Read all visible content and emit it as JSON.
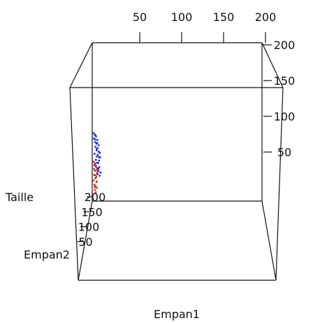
{
  "chart_data": {
    "type": "scatter",
    "dimensions": 3,
    "axes": {
      "x": {
        "label": "Empan1",
        "ticks": [
          "50",
          "100",
          "150",
          "200"
        ],
        "range": [
          0,
          200
        ]
      },
      "y": {
        "label": "Empan2",
        "ticks": [
          "50",
          "100",
          "150",
          "200"
        ],
        "range": [
          0,
          200
        ]
      },
      "z": {
        "label": "Taille",
        "ticks": [
          "50",
          "100",
          "150",
          "200"
        ],
        "range": [
          0,
          200
        ]
      }
    },
    "legend": "none",
    "grid": false,
    "series": [
      {
        "color": "#1f2fd8",
        "points": [
          [
            20,
            10,
            150
          ],
          [
            21,
            11,
            148
          ],
          [
            22,
            12,
            146
          ],
          [
            20,
            11,
            144
          ],
          [
            23,
            13,
            142
          ],
          [
            21,
            12,
            140
          ],
          [
            22,
            13,
            138
          ],
          [
            24,
            14,
            136
          ],
          [
            21,
            12,
            135
          ],
          [
            23,
            14,
            133
          ],
          [
            22,
            13,
            131
          ],
          [
            24,
            15,
            129
          ],
          [
            20,
            11,
            128
          ],
          [
            23,
            14,
            126
          ],
          [
            22,
            12,
            125
          ],
          [
            25,
            15,
            123
          ],
          [
            21,
            13,
            121
          ],
          [
            24,
            14,
            120
          ],
          [
            22,
            13,
            118
          ],
          [
            23,
            15,
            117
          ],
          [
            21,
            12,
            115
          ],
          [
            24,
            14,
            113
          ],
          [
            22,
            14,
            112
          ],
          [
            20,
            12,
            110
          ],
          [
            23,
            13,
            109
          ],
          [
            25,
            15,
            107
          ],
          [
            22,
            13,
            106
          ],
          [
            24,
            14,
            104
          ],
          [
            21,
            13,
            147
          ],
          [
            23,
            12,
            139
          ],
          [
            22,
            14,
            132
          ],
          [
            24,
            13,
            124
          ],
          [
            20,
            12,
            116
          ],
          [
            23,
            14,
            111
          ],
          [
            21,
            11,
            143
          ],
          [
            25,
            14,
            128
          ]
        ]
      },
      {
        "color": "#d12a1c",
        "points": [
          [
            19,
            10,
            120
          ],
          [
            20,
            11,
            118
          ],
          [
            18,
            10,
            116
          ],
          [
            21,
            12,
            114
          ],
          [
            19,
            11,
            112
          ],
          [
            20,
            12,
            110
          ],
          [
            22,
            12,
            108
          ],
          [
            19,
            10,
            106
          ],
          [
            21,
            11,
            104
          ],
          [
            20,
            12,
            102
          ],
          [
            18,
            11,
            100
          ],
          [
            21,
            13,
            98
          ],
          [
            19,
            10,
            96
          ],
          [
            20,
            11,
            94
          ],
          [
            21,
            12,
            92
          ],
          [
            19,
            12,
            90
          ],
          [
            20,
            10,
            88
          ],
          [
            18,
            11,
            86
          ],
          [
            21,
            11,
            99
          ],
          [
            20,
            13,
            105
          ],
          [
            22,
            11,
            111
          ],
          [
            19,
            12,
            93
          ]
        ]
      }
    ]
  }
}
